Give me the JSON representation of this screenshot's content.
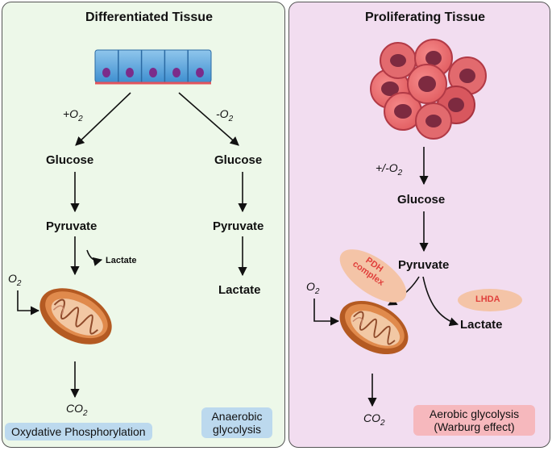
{
  "left_panel": {
    "title": "Differentiated Tissue",
    "branch_with_oxygen": {
      "sign": "+O",
      "sub": "2"
    },
    "branch_without_oxygen": {
      "sign": "-O",
      "sub": "2"
    },
    "left_path": {
      "glucose": "Glucose",
      "pyruvate": "Pyruvate",
      "lactate_side": "Lactate",
      "oxygen_input": {
        "base": "O",
        "sub": "2"
      },
      "output": {
        "base": "CO",
        "sub": "2"
      }
    },
    "right_path": {
      "glucose": "Glucose",
      "pyruvate": "Pyruvate",
      "lactate": "Lactate"
    },
    "labels": {
      "oxphos": "Oxydative Phosphorylation",
      "anaerobic_line1": "Anaerobic",
      "anaerobic_line2": "glycolysis"
    }
  },
  "right_panel": {
    "title": "Proliferating Tissue",
    "oxygen_condition": {
      "sign": "+/-O",
      "sub": "2"
    },
    "glucose": "Glucose",
    "pyruvate": "Pyruvate",
    "lactate": "Lactate",
    "enzyme_pdh_line1": "PDH",
    "enzyme_pdh_line2": "complex",
    "enzyme_ldha": "LHDA",
    "oxygen_input": {
      "base": "O",
      "sub": "2"
    },
    "output": {
      "base": "CO",
      "sub": "2"
    },
    "label_line1": "Aerobic glycolysis",
    "label_line2": "(Warburg effect)"
  },
  "colors": {
    "left_background": "#edf8e9",
    "right_background": "#f2ddf0",
    "label_blue": "#bcd9ee",
    "label_red": "#f6b8bd",
    "enzyme_fill": "#f4c4a7",
    "enzyme_text": "#e0403c"
  }
}
